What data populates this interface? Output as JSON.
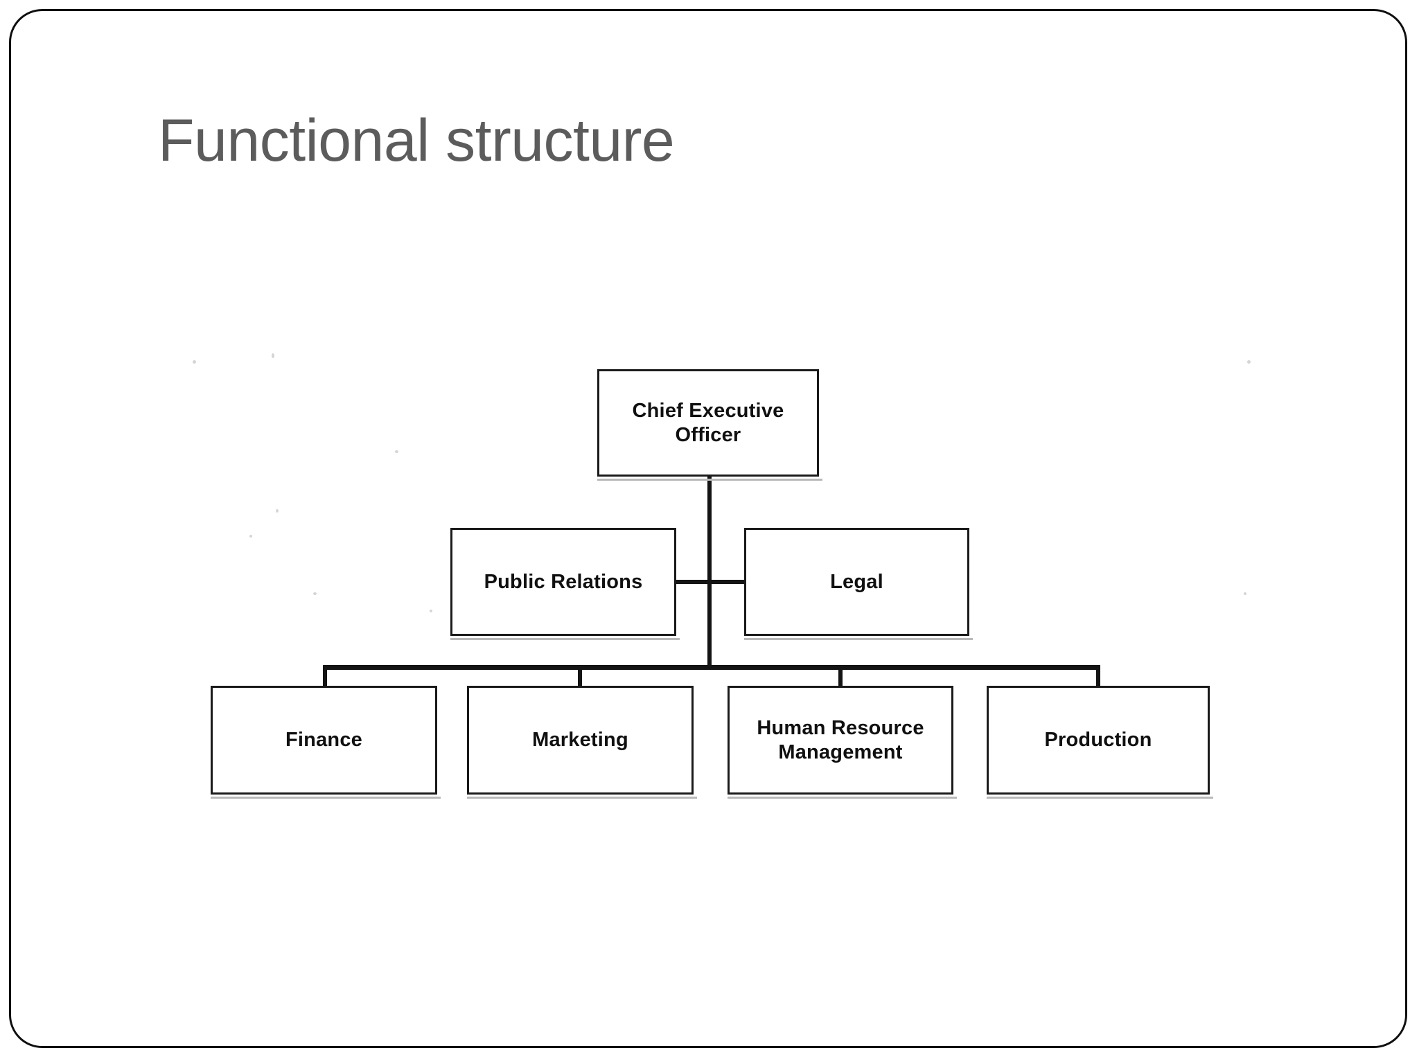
{
  "slide": {
    "title": "Functional structure",
    "title_color": "#5c5c5c",
    "background_color": "#ffffff",
    "frame_color": "#0f0f0f"
  },
  "chart_data": {
    "type": "diagram",
    "diagram_kind": "organizational-chart",
    "title": "Functional structure",
    "line_color": "#141414",
    "box_border_color": "#1a1a1a",
    "box_fill_color": "#ffffff",
    "nodes": [
      {
        "id": "ceo",
        "label": "Chief Executive\nOfficer",
        "level": 0
      },
      {
        "id": "pr",
        "label": "Public Relations",
        "level": 1
      },
      {
        "id": "legal",
        "label": "Legal",
        "level": 1
      },
      {
        "id": "fin",
        "label": "Finance",
        "level": 2
      },
      {
        "id": "mkt",
        "label": "Marketing",
        "level": 2
      },
      {
        "id": "hrm",
        "label": "Human Resource\nManagement",
        "level": 2
      },
      {
        "id": "prod",
        "label": "Production",
        "level": 2
      }
    ],
    "edges": [
      {
        "from": "ceo",
        "to": "pr"
      },
      {
        "from": "ceo",
        "to": "legal"
      },
      {
        "from": "ceo",
        "to": "fin"
      },
      {
        "from": "ceo",
        "to": "mkt"
      },
      {
        "from": "ceo",
        "to": "hrm"
      },
      {
        "from": "ceo",
        "to": "prod"
      }
    ]
  }
}
